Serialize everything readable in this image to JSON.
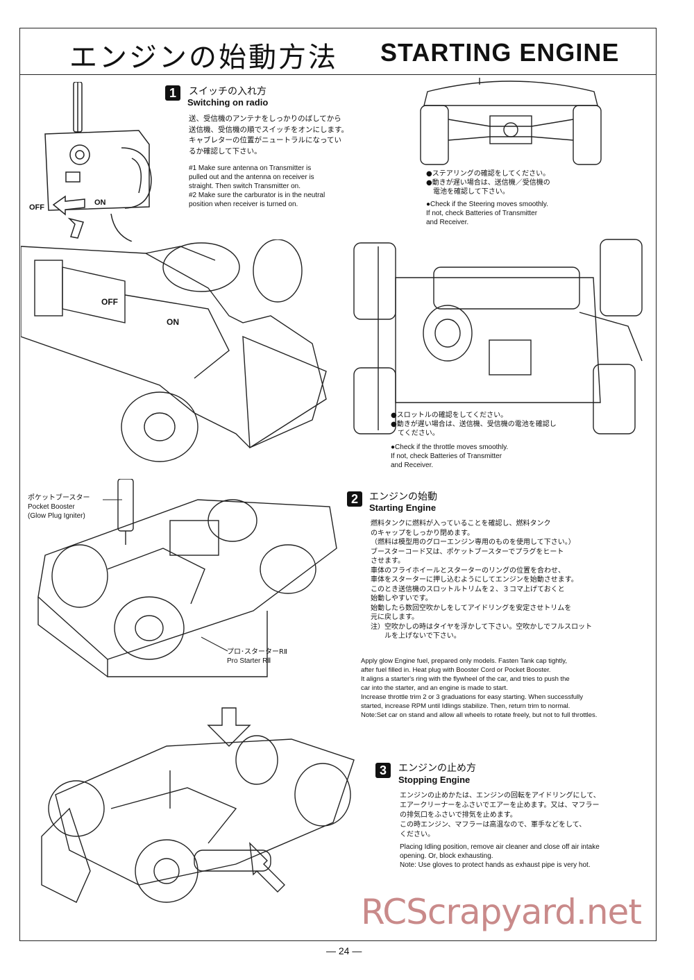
{
  "header": {
    "title_jp": "エンジンの始動方法",
    "title_en": "STARTING ENGINE"
  },
  "step1": {
    "number": "1",
    "title_jp": "スイッチの入れ方",
    "title_en": "Switching on radio",
    "body_jp": [
      "送、受信機のアンテナをしっかりのばしてから",
      "送信機、受信機の順でスイッチをオンにします。",
      "キャブレターの位置がニュートラルになってい",
      "るか確認して下さい。"
    ],
    "body_en": [
      "#1 Make sure antenna on Transmitter is",
      "pulled out and the antenna on receiver is",
      "straight. Then switch Transmitter on.",
      "#2 Make sure the carburator is in the neutral",
      "position when receiver is turned on."
    ],
    "label_off": "OFF",
    "label_on": "ON"
  },
  "steering_note": {
    "jp": [
      "●ステアリングの確認をしてください。",
      "●動きが遅い場合は、送信機／受信機の",
      "　電池を確認して下さい。"
    ],
    "en": [
      "●Check if the Steering moves smoothly.",
      "  If not, check Batteries of Transmitter",
      "  and Receiver."
    ]
  },
  "throttle_note": {
    "jp": [
      "●スロットルの確認をしてください。",
      "●動きが遅い場合は、送信機、受信機の電池を確認し",
      "　てください。"
    ],
    "en": [
      "●Check if the throttle moves smoothly.",
      "  If not, check Batteries of Transmitter",
      "  and Receiver."
    ]
  },
  "car_labels": {
    "off": "OFF",
    "on": "ON"
  },
  "pocket_booster": {
    "jp": "ポケットブースター",
    "en1": "Pocket Booster",
    "en2": "(Glow Plug Igniter)"
  },
  "pro_starter": {
    "jp": "プロ･スターターRⅡ",
    "en": "Pro Starter RⅡ"
  },
  "step2": {
    "number": "2",
    "title_jp": "エンジンの始動",
    "title_en": "Starting Engine",
    "body_jp": [
      "燃料タンクに燃料が入っていることを確認し、燃料タンク",
      "のキャップをしっかり閉めます。",
      "（燃料は模型用のグローエンジン専用のものを使用して下さい。）",
      "ブースターコード又は、ポケットブースターでプラグをヒート",
      "させます。",
      "車体のフライホイールとスターターのリングの位置を合わせ、",
      "車体をスターターに押し込むようにしてエンジンを始動させます。",
      "このとき送信機のスロットルトリムを２、３コマ上げておくと",
      "始動しやすいです。",
      "始動したら数回空吹かしをしてアイドリングを安定させトリムを",
      "元に戻します。",
      "注）空吹かしの時はタイヤを浮かして下さい。空吹かしでフルスロット",
      "　　ルを上げないで下さい。"
    ],
    "body_en": [
      "Apply glow Engine fuel, prepared only models.  Fasten Tank cap tightly,",
      "after fuel filled in.  Heat plug with Booster Cord or Pocket Booster.",
      "It aligns a starter's ring with the flywheel of the car, and tries to push the",
      "car into the starter, and an engine is made to start.",
      "Increase throttle trim  2 or 3 graduations for easy starting.  When successfully",
      "started, increase RPM until Idlings stabilize.  Then,  return trim to normal.",
      "Note:Set car on stand and allow all wheels to rotate freely, but  not to full throttles."
    ]
  },
  "step3": {
    "number": "3",
    "title_jp": "エンジンの止め方",
    "title_en": "Stopping Engine",
    "body_jp": [
      "エンジンの止めかたは、エンジンの回転をアイドリングにして、",
      "エアークリーナーをふさいでエアーを止めます。又は、マフラー",
      "の排気口をふさいで排気を止めます。",
      "この時エンジン、マフラーは高温なので、軍手などをして、",
      "ください。"
    ],
    "body_en": [
      "Placing Idling position, remove  air cleaner and close off air intake",
      "opening. Or, block exhausting.",
      "Note: Use gloves to protect hands as exhaust pipe is very hot."
    ]
  },
  "watermark": "RCScrapyard.net",
  "page_number": "— 24 —"
}
